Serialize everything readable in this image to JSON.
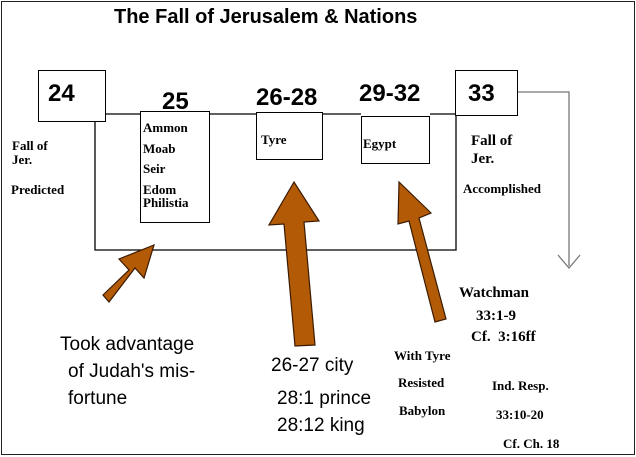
{
  "title": "The Fall of Jerusalem & Nations",
  "boxes": {
    "b24": "24",
    "b25": "25",
    "b26": "26-28",
    "b29": "29-32",
    "b33": "33"
  },
  "nations_25": [
    "Ammon",
    "Moab",
    "Seir",
    "Edom",
    "Philistia"
  ],
  "tyre": "Tyre",
  "egypt": "Egypt",
  "left_note": {
    "line1": "Fall of",
    "line2": "Jer.",
    "line3": "Predicted"
  },
  "right_note": {
    "line1": "Fall of",
    "line2": "Jer.",
    "line3": "Accomplished"
  },
  "took_advantage": [
    "Took advantage",
    "of Judah's mis-",
    "fortune"
  ],
  "tyre_refs": [
    "26-27 city",
    "28:1 prince",
    "28:12 king"
  ],
  "egypt_note": [
    "With Tyre",
    "Resisted",
    "Babylon"
  ],
  "watchman": [
    "Watchman",
    "33:1-9",
    "Cf.  3:16ff"
  ],
  "ind_resp": [
    "Ind. Resp.",
    "33:10-20",
    "Cf. Ch. 18"
  ],
  "colors": {
    "arrow_fill": "#B35A06",
    "arrow_stroke": "#3a1a00",
    "line": "#000000",
    "gray_arrow": "#777777"
  }
}
